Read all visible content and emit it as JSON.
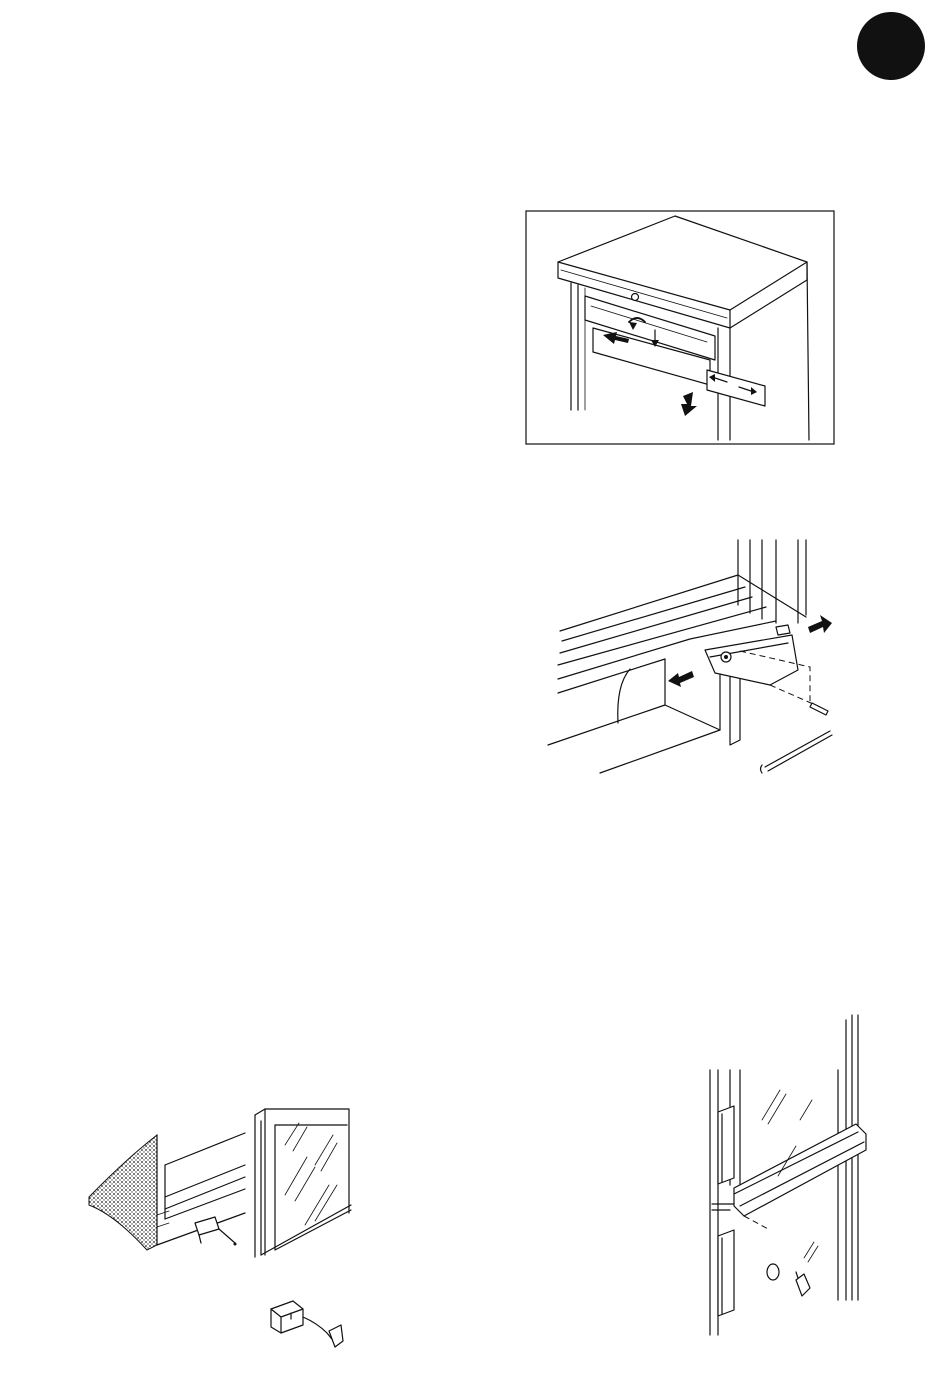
{
  "page": {
    "badge_color": "#111111",
    "figures": [
      {
        "id": "fig-1",
        "subject": "top-cabinet-cover-removal",
        "has_frame": true
      },
      {
        "id": "fig-2",
        "subject": "door-hinge-bracket-pin"
      },
      {
        "id": "fig-3",
        "subject": "lower-door-bracket-screw"
      },
      {
        "id": "fig-4",
        "subject": "door-handle-lock-mounting"
      }
    ]
  }
}
